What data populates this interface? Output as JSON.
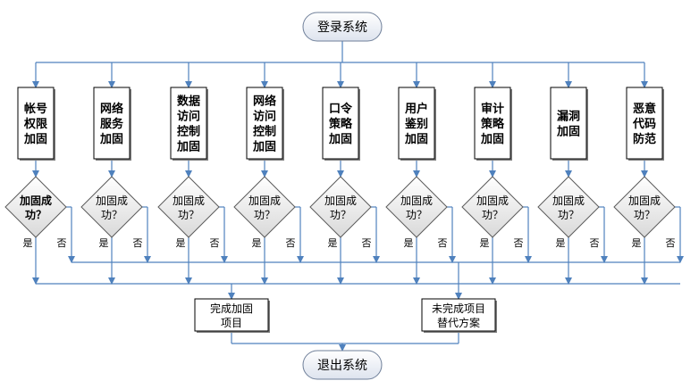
{
  "start": {
    "label": "登录系统"
  },
  "end": {
    "label": "退出系统"
  },
  "steps": [
    {
      "lines": [
        "帐号",
        "权限",
        "加固"
      ],
      "decision": [
        "加固成",
        "功？"
      ],
      "bold": true
    },
    {
      "lines": [
        "网络",
        "服务",
        "加固"
      ],
      "decision": [
        "加固成",
        "功？"
      ]
    },
    {
      "lines": [
        "数据",
        "访问",
        "控制",
        "加固"
      ],
      "decision": [
        "加固成",
        "功？"
      ]
    },
    {
      "lines": [
        "网络",
        "访问",
        "控制",
        "加固"
      ],
      "decision": [
        "加固成",
        "功？"
      ]
    },
    {
      "lines": [
        "口令",
        "策略",
        "加固"
      ],
      "decision": [
        "加固成",
        "功？"
      ]
    },
    {
      "lines": [
        "用户",
        "鉴别",
        "加固"
      ],
      "decision": [
        "加固成",
        "功？"
      ]
    },
    {
      "lines": [
        "审计",
        "策略",
        "加固"
      ],
      "decision": [
        "加固成",
        "功？"
      ]
    },
    {
      "lines": [
        "漏洞",
        "加固"
      ],
      "decision": [
        "加固成",
        "功？"
      ]
    },
    {
      "lines": [
        "恶意",
        "代码",
        "防范"
      ],
      "decision": [
        "加固成",
        "功？"
      ]
    }
  ],
  "yes_label": "是",
  "no_label": "否",
  "outcome_success": {
    "lines": [
      "完成加固",
      "项目"
    ]
  },
  "outcome_fail": {
    "lines": [
      "未完成项目",
      "替代方案"
    ]
  },
  "colors": {
    "edge": "#4f81bd",
    "box_shadow": "#7f7f7f",
    "diamond_fill_top": "#ffffff",
    "diamond_fill_bottom": "#d9d9d9"
  }
}
